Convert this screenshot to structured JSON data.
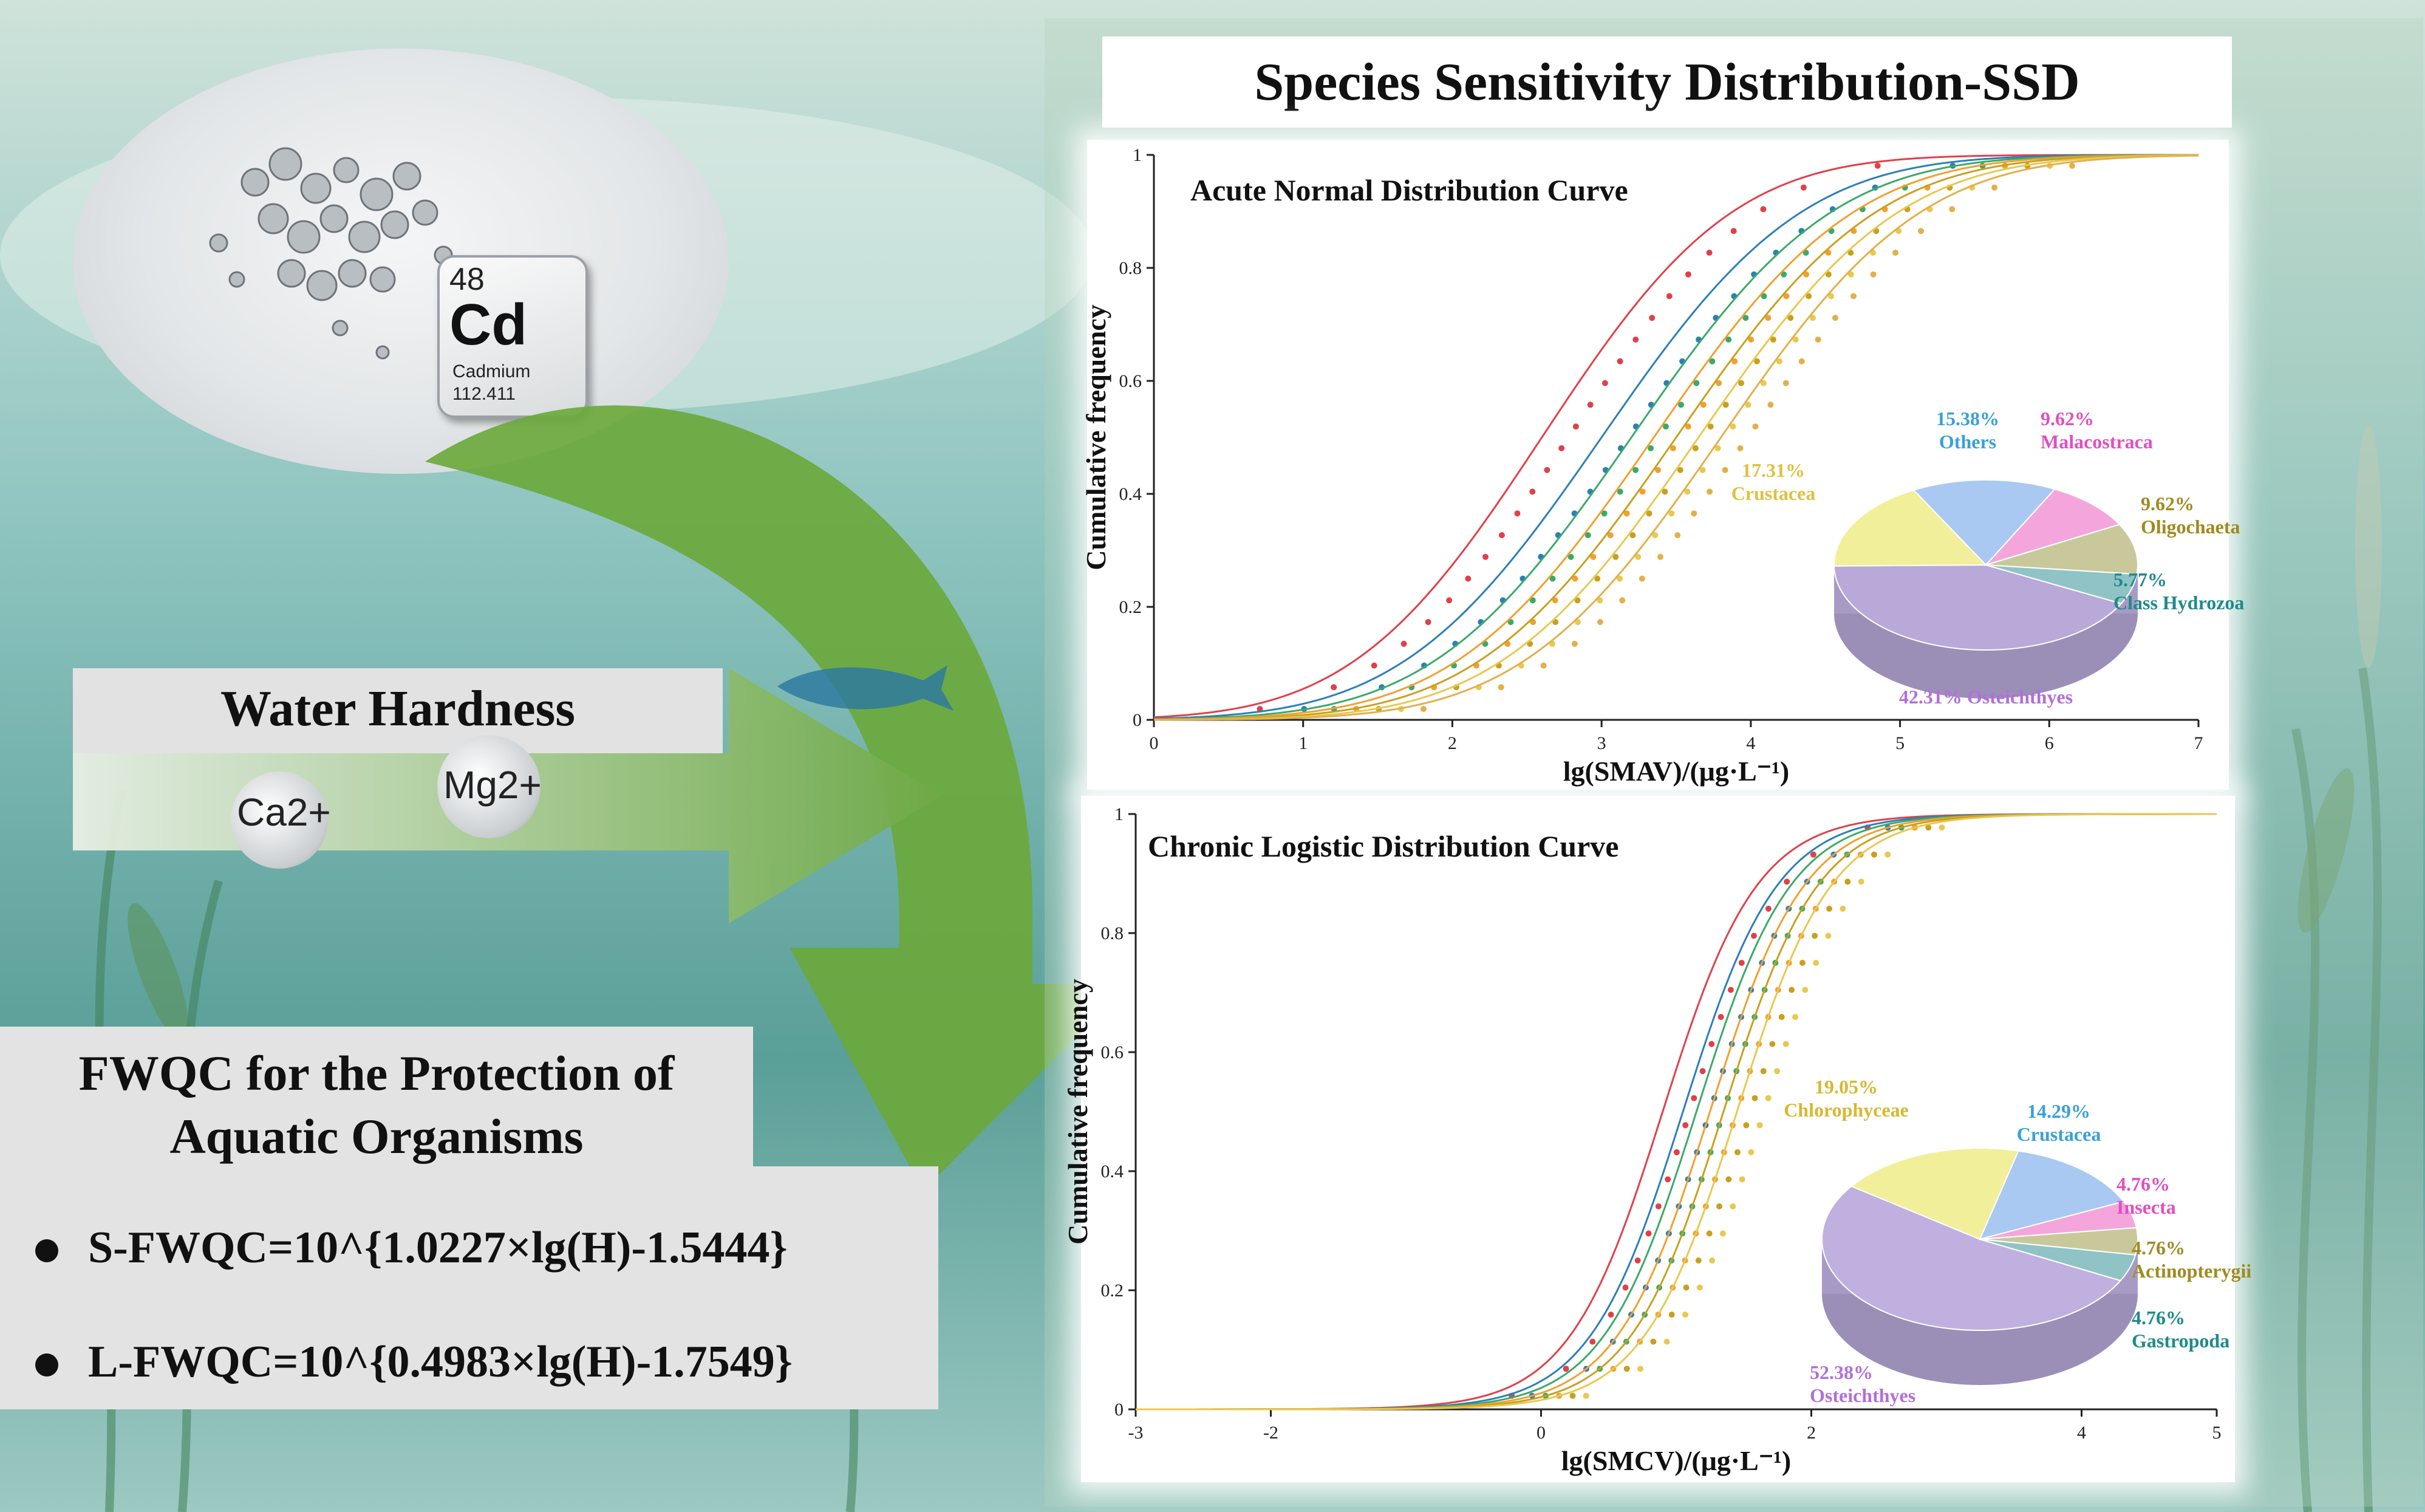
{
  "cadmium": {
    "number": "48",
    "symbol": "Cd",
    "name": "Cadmium",
    "mass": "112.411"
  },
  "water_hardness": {
    "title": "Water Hardness",
    "ions": [
      "Ca2+",
      "Mg2+"
    ]
  },
  "fwqc": {
    "title_line1": "FWQC for the Protection of",
    "title_line2": "Aquatic Organisms",
    "formulas": [
      "S-FWQC=10^{1.0227×lg(H)-1.5444}",
      "L-FWQC=10^{0.4983×lg(H)-1.7549}"
    ]
  },
  "ssd_title": "Species Sensitivity Distribution-SSD",
  "colors": {
    "red": "#e0404a",
    "blue": "#2c7fb8",
    "green": "#3aaa6a",
    "orange": "#f0a030",
    "gold": "#c8a020",
    "yellow": "#e8c850",
    "arrow": "#6aa83a"
  },
  "chart_data": [
    {
      "type": "line",
      "title": "Acute Normal Distribution Curve",
      "xlabel": "lg(SMAV)/(μg·L⁻¹)",
      "ylabel": "Cumulative frequency",
      "xlim": [
        0,
        7
      ],
      "ylim": [
        0,
        1
      ],
      "xticks": [
        "0",
        "1",
        "2",
        "3",
        "4",
        "5",
        "6",
        "7"
      ],
      "yticks": [
        "0",
        "0.2",
        "0.4",
        "0.6",
        "0.8",
        "1"
      ],
      "series_params": [
        {
          "mu": 2.6,
          "sigma": 1.0,
          "color": "#e0404a"
        },
        {
          "mu": 3.0,
          "sigma": 1.05,
          "color": "#2c7fb8"
        },
        {
          "mu": 3.2,
          "sigma": 1.05,
          "color": "#3aaa6a"
        },
        {
          "mu": 3.35,
          "sigma": 1.05,
          "color": "#f0a030"
        },
        {
          "mu": 3.5,
          "sigma": 1.05,
          "color": "#c8a020"
        },
        {
          "mu": 3.65,
          "sigma": 1.05,
          "color": "#e8c850"
        },
        {
          "mu": 3.8,
          "sigma": 1.05,
          "color": "#e2b04a"
        }
      ],
      "pie": {
        "slices": [
          {
            "label": "42.31% Osteichthyes",
            "value": 42.31,
            "color": "#b9a9d8"
          },
          {
            "label": "17.31%\nCrustacea",
            "value": 17.31,
            "color": "#f2ef9a"
          },
          {
            "label": "15.38%\nOthers",
            "value": 15.38,
            "color": "#a9c9f2"
          },
          {
            "label": "9.62%\nMalacostraca",
            "value": 9.62,
            "color": "#f4a6dc"
          },
          {
            "label": "9.62%\nOligochaeta",
            "value": 9.62,
            "color": "#c9c89a"
          },
          {
            "label": "5.77%\nClass Hydrozoa",
            "value": 5.77,
            "color": "#8fc3c6"
          }
        ]
      }
    },
    {
      "type": "line",
      "title": "Chronic Logistic Distribution Curve",
      "xlabel": "lg(SMCV)/(μg·L⁻¹)",
      "ylabel": "Cumulative frequency",
      "xlim": [
        -3,
        5
      ],
      "ylim": [
        0,
        1
      ],
      "xticks": [
        "-3",
        "-2",
        "0",
        "2",
        "4",
        "5"
      ],
      "yticks": [
        "0",
        "0.2",
        "0.4",
        "0.6",
        "0.8",
        "1"
      ],
      "series_params": [
        {
          "mu": 0.9,
          "s": 0.35,
          "color": "#e0404a"
        },
        {
          "mu": 1.05,
          "s": 0.35,
          "color": "#2c7fb8"
        },
        {
          "mu": 1.15,
          "s": 0.35,
          "color": "#3aaa6a"
        },
        {
          "mu": 1.25,
          "s": 0.35,
          "color": "#f0a030"
        },
        {
          "mu": 1.35,
          "s": 0.35,
          "color": "#c8a020"
        },
        {
          "mu": 1.45,
          "s": 0.35,
          "color": "#e8c850"
        }
      ],
      "pie": {
        "slices": [
          {
            "label": "52.38%\nOsteichthyes",
            "value": 52.38,
            "color": "#c0b0e0"
          },
          {
            "label": "19.05%\nChlorophyceae",
            "value": 19.05,
            "color": "#f2ef9a"
          },
          {
            "label": "14.29%\nCrustacea",
            "value": 14.29,
            "color": "#a9c9f2"
          },
          {
            "label": "4.76%\nInsecta",
            "value": 4.76,
            "color": "#f4a6dc"
          },
          {
            "label": "4.76%\nActinopterygii",
            "value": 4.76,
            "color": "#c9c89a"
          },
          {
            "label": "4.76%\nGastropoda",
            "value": 4.76,
            "color": "#8fc3c6"
          }
        ]
      }
    }
  ]
}
